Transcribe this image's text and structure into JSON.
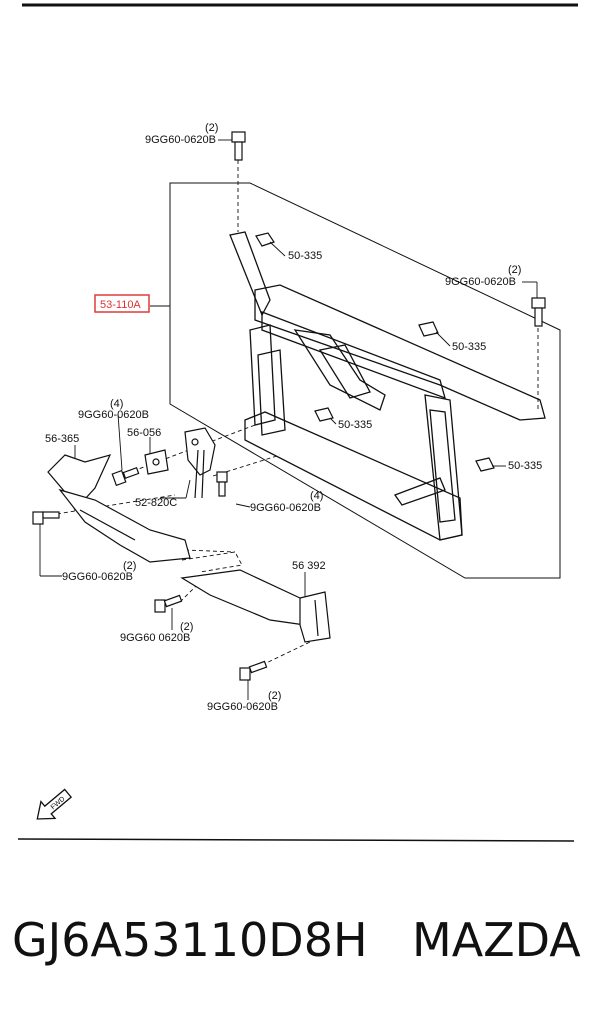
{
  "callouts": {
    "main_part": "53-110A",
    "bolt": "9GG60-0620B",
    "bolt_qty": "(2)",
    "bolt_qty_4": "(4)",
    "bolt_b": "9GG60 0620B",
    "nut": "50-335",
    "bracket_left": "56-365",
    "bracket_small": "56-056",
    "latch": "52-820C",
    "bracket_right": "56 392"
  },
  "fwd_label": "FWD",
  "caption": {
    "part_number": "GJ6A53110D8H",
    "brand": "MAZDA"
  },
  "colors": {
    "line": "#111111",
    "highlight": "#e03a3a"
  }
}
